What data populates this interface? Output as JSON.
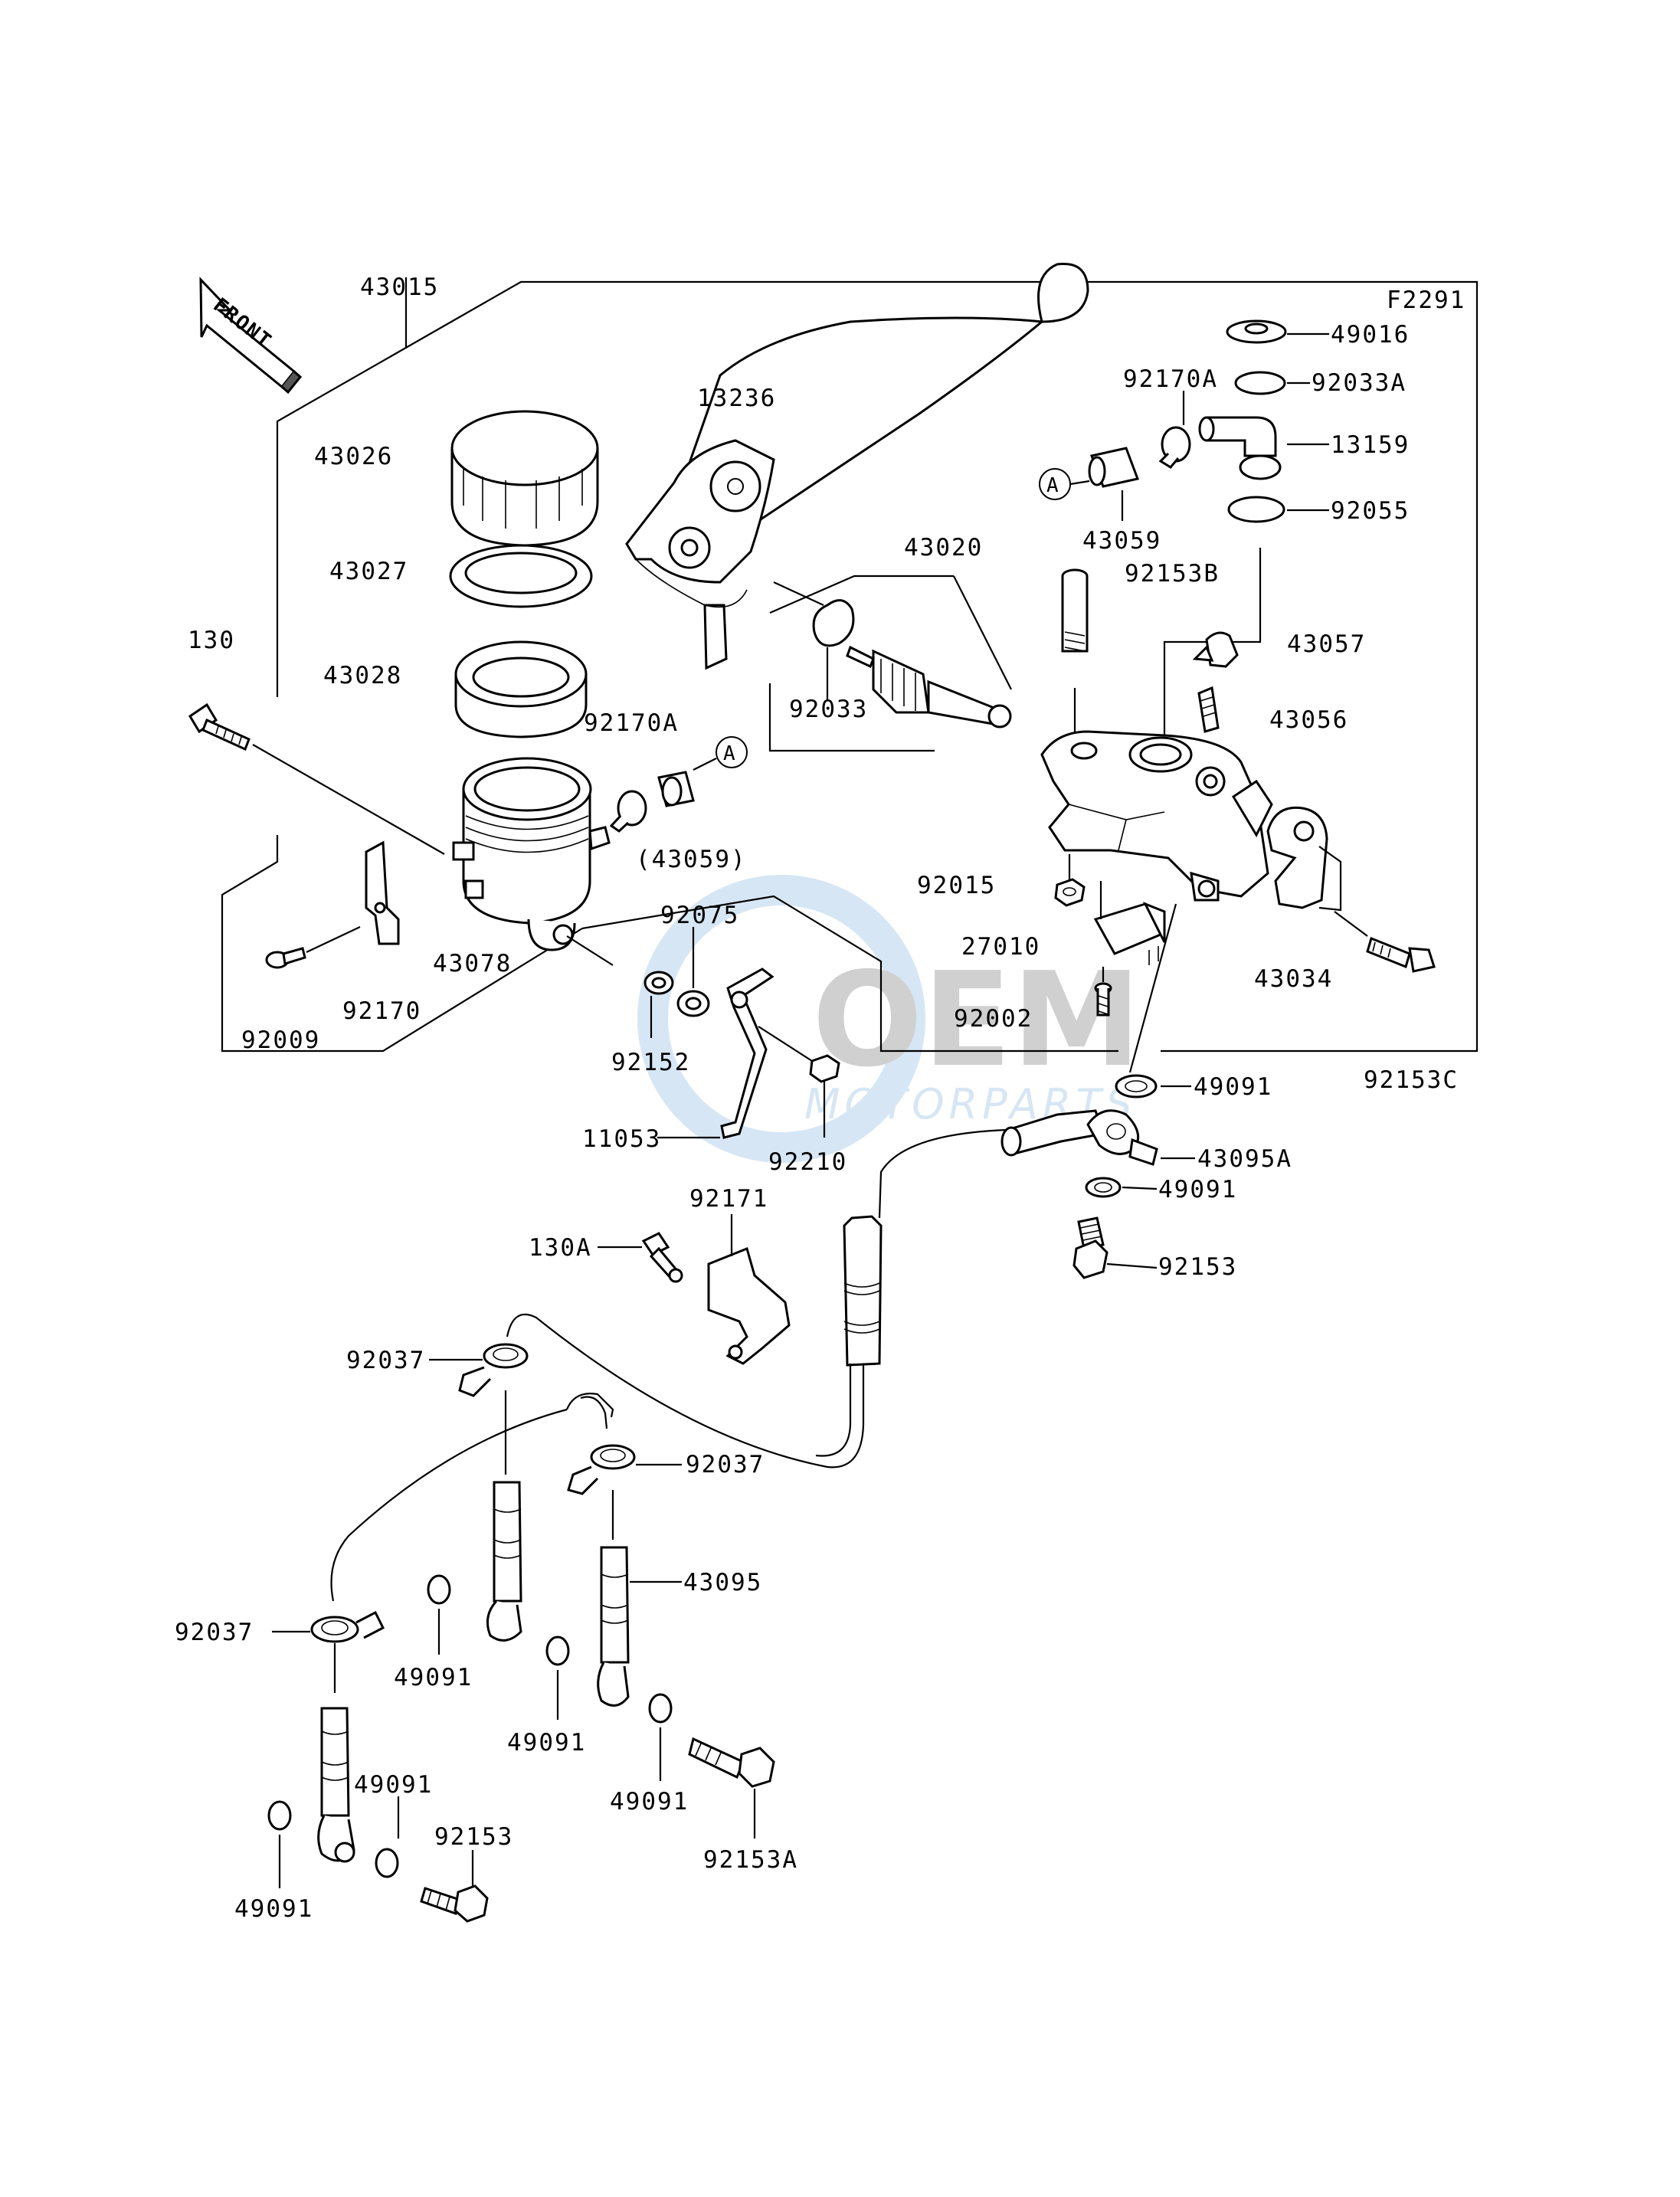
{
  "diagram": {
    "ref_code": "F2291",
    "front_label": "FRONT",
    "ref_marker": "A",
    "watermark": {
      "brand": "OEM",
      "sub": "MOTORPARTS"
    },
    "parts": [
      "43015",
      "13236",
      "43020",
      "92170A",
      "49016",
      "92033A",
      "13159",
      "92055",
      "43059",
      "92153B",
      "43026",
      "43027",
      "43028",
      "130",
      "92170A",
      "(43059)",
      "92033",
      "43057",
      "43056",
      "92015",
      "27010",
      "92002",
      "43034",
      "92153C",
      "43078",
      "92170",
      "92009",
      "92075",
      "92152",
      "92210",
      "11053",
      "49091",
      "43095A",
      "49091",
      "92153",
      "92171",
      "130A",
      "92037",
      "92037",
      "92037",
      "43095",
      "49091",
      "49091",
      "49091",
      "49091",
      "49091",
      "92153",
      "92153A"
    ]
  }
}
